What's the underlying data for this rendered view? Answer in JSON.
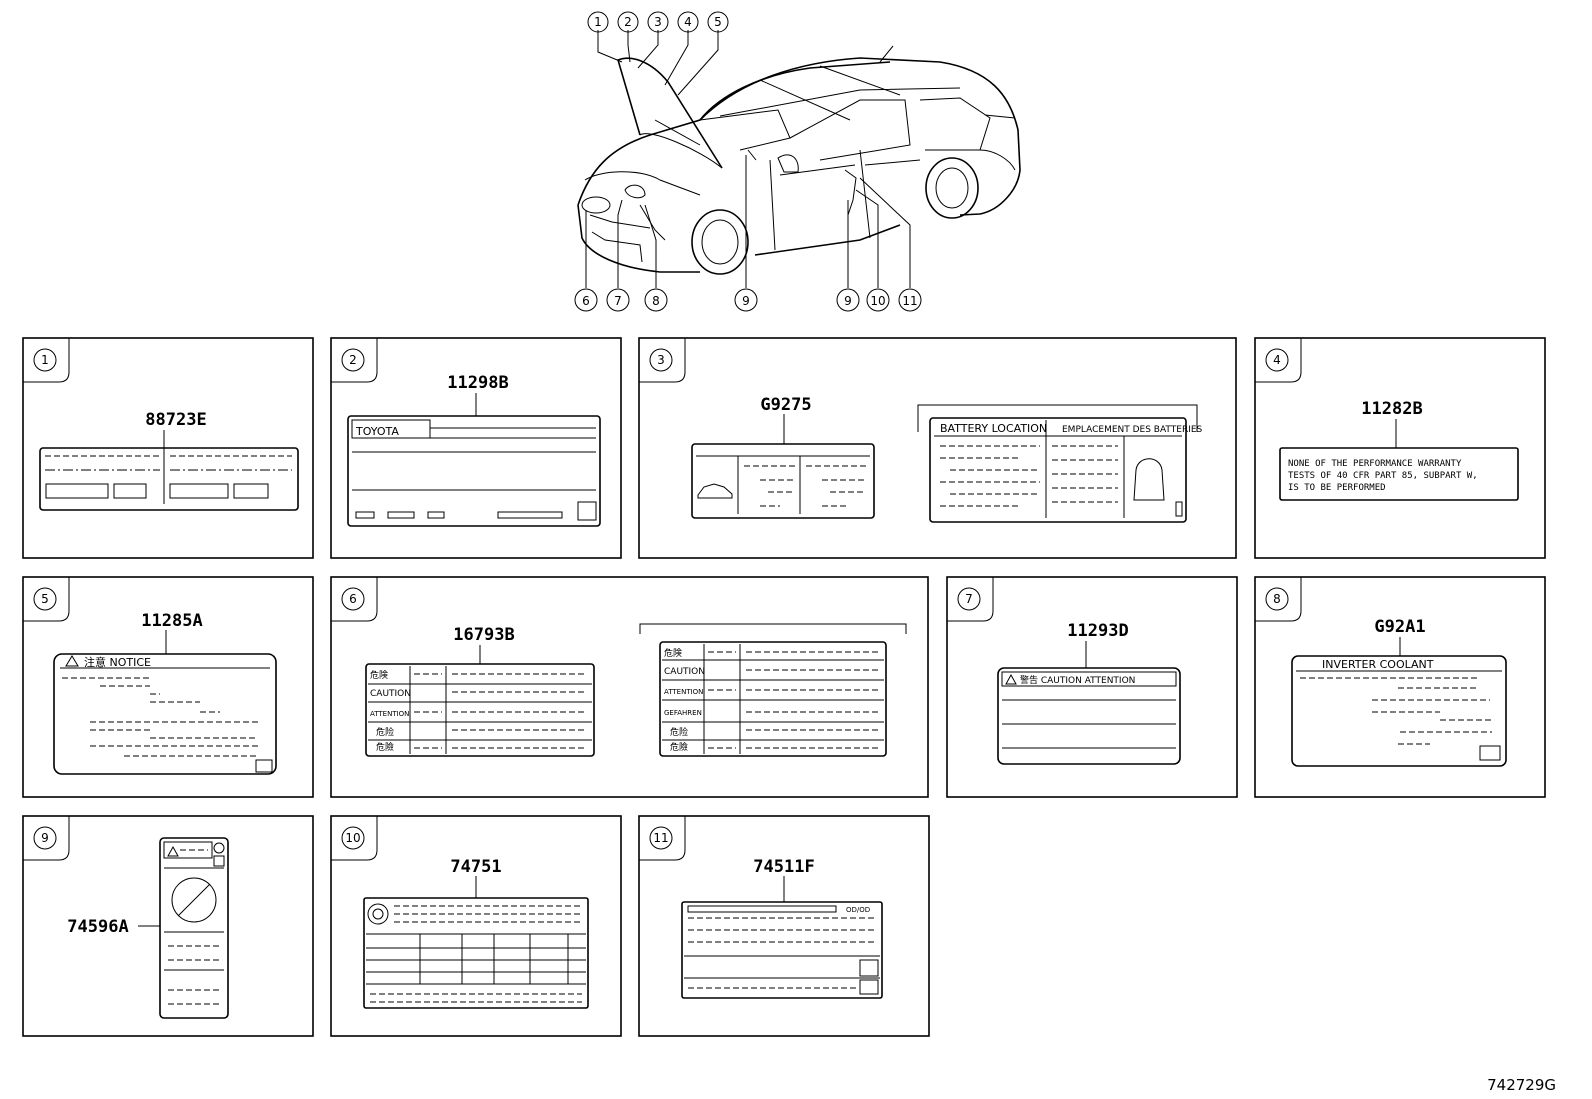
{
  "callouts_top": [
    "1",
    "2",
    "3",
    "4",
    "5"
  ],
  "callouts_bottom": [
    "6",
    "7",
    "8",
    "9",
    "9",
    "10",
    "11"
  ],
  "panels": [
    {
      "num": "1",
      "part": "88723E"
    },
    {
      "num": "2",
      "part": "11298B",
      "text": "TOYOTA"
    },
    {
      "num": "3",
      "part": "G9275",
      "text_left": "BATTERY LOCATION",
      "text_right": "EMPLACEMENT DES BATTERIES"
    },
    {
      "num": "4",
      "part": "11282B",
      "lines": [
        "NONE OF THE PERFORMANCE WARRANTY",
        "TESTS OF 40 CFR PART 85, SUBPART W,",
        "IS TO BE PERFORMED"
      ]
    },
    {
      "num": "5",
      "part": "11285A",
      "header": "注意  NOTICE"
    },
    {
      "num": "6",
      "part": "16793B",
      "rows": [
        "危険",
        "CAUTION",
        "ATTENTION",
        "危险",
        "危險"
      ],
      "rows2": [
        "危険",
        "CAUTION",
        "ATTENTION",
        "GEFAHREN",
        "危险",
        "危險"
      ]
    },
    {
      "num": "7",
      "part": "11293D",
      "header": "警告  CAUTION  ATTENTION"
    },
    {
      "num": "8",
      "part": "G92A1",
      "header": "INVERTER COOLANT"
    },
    {
      "num": "9",
      "part": "74596A"
    },
    {
      "num": "10",
      "part": "74751"
    },
    {
      "num": "11",
      "part": "74511F",
      "corner": "OD/OD"
    }
  ],
  "figure_ref": "742729G"
}
